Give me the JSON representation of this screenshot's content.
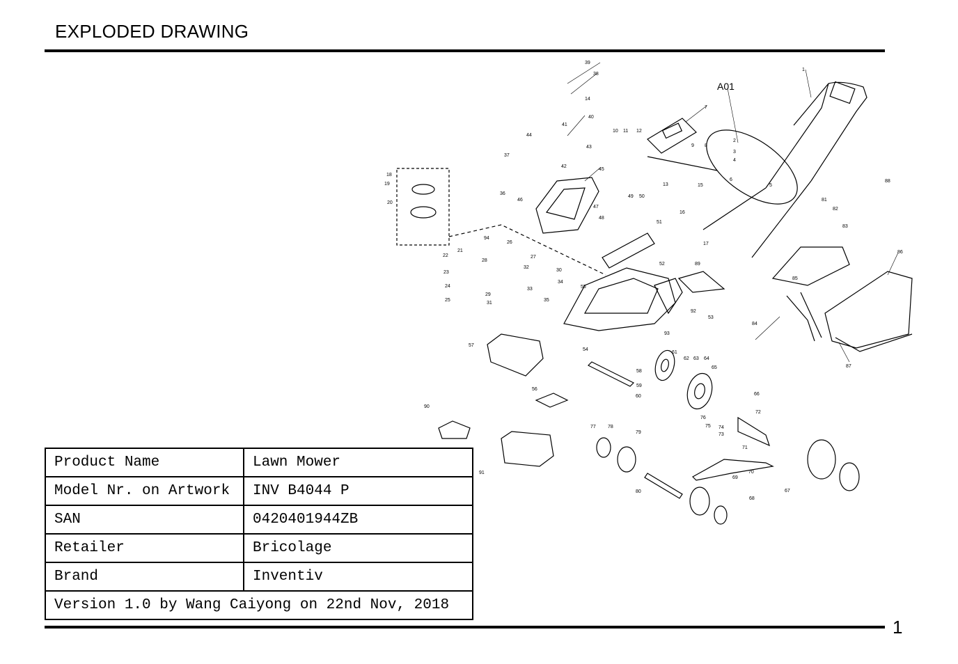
{
  "header": {
    "title": "EXPLODED DRAWING"
  },
  "page": {
    "number": "1"
  },
  "drawing": {
    "assembly_label": "A01",
    "part_labels": [
      "1",
      "2",
      "3",
      "4",
      "5",
      "5",
      "6",
      "7",
      "8",
      "9",
      "10",
      "11",
      "12",
      "13",
      "14",
      "15",
      "16",
      "17",
      "18",
      "19",
      "20",
      "21",
      "22",
      "23",
      "24",
      "25",
      "26",
      "27",
      "28",
      "29",
      "30",
      "31",
      "32",
      "33",
      "34",
      "35",
      "36",
      "37",
      "38",
      "39",
      "40",
      "41",
      "42",
      "43",
      "44",
      "45",
      "46",
      "47",
      "48",
      "49",
      "50",
      "51",
      "52",
      "53",
      "54",
      "55",
      "56",
      "57",
      "58",
      "59",
      "60",
      "61",
      "62",
      "63",
      "64",
      "65",
      "66",
      "67",
      "68",
      "69",
      "70",
      "71",
      "72",
      "73",
      "74",
      "75",
      "76",
      "77",
      "78",
      "79",
      "80",
      "81",
      "82",
      "83",
      "84",
      "85",
      "86",
      "87",
      "88",
      "89",
      "90",
      "91",
      "92",
      "93",
      "94"
    ]
  },
  "info_table": {
    "rows": [
      {
        "label": "Product Name",
        "value": "Lawn Mower"
      },
      {
        "label": "Model Nr. on Artwork",
        "value": "INV B4044 P"
      },
      {
        "label": "SAN",
        "value": "0420401944ZB"
      },
      {
        "label": "Retailer",
        "value": "Bricolage"
      },
      {
        "label": "Brand",
        "value": "Inventiv"
      }
    ],
    "version": "Version 1.0 by Wang Caiyong on 22nd Nov, 2018"
  }
}
